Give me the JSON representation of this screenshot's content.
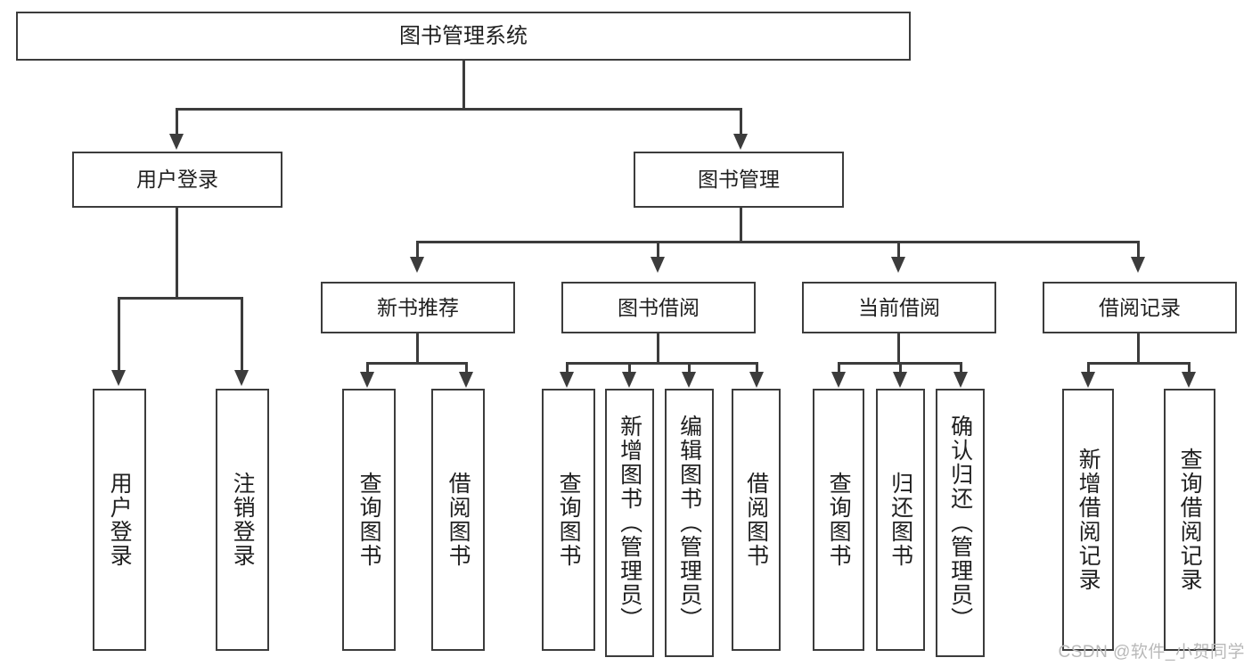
{
  "diagram": {
    "type": "hierarchy-tree",
    "title": "图书管理系统",
    "levels": 4,
    "root": {
      "label": "图书管理系统"
    },
    "level2": [
      {
        "label": "用户登录"
      },
      {
        "label": "图书管理"
      }
    ],
    "level3": [
      {
        "label": "新书推荐"
      },
      {
        "label": "图书借阅"
      },
      {
        "label": "当前借阅"
      },
      {
        "label": "借阅记录"
      }
    ],
    "leaves": [
      {
        "label": "用户登录",
        "parent": "用户登录"
      },
      {
        "label": "注销登录",
        "parent": "用户登录"
      },
      {
        "label": "查询图书",
        "parent": "新书推荐"
      },
      {
        "label": "借阅图书",
        "parent": "新书推荐"
      },
      {
        "label": "查询图书",
        "parent": "图书借阅"
      },
      {
        "label": "新增图书（管理员）",
        "parent": "图书借阅"
      },
      {
        "label": "编辑图书（管理员）",
        "parent": "图书借阅"
      },
      {
        "label": "借阅图书",
        "parent": "图书借阅"
      },
      {
        "label": "查询图书",
        "parent": "当前借阅"
      },
      {
        "label": "归还图书",
        "parent": "当前借阅"
      },
      {
        "label": "确认归还（管理员）",
        "parent": "当前借阅"
      },
      {
        "label": "新增借阅记录",
        "parent": "借阅记录"
      },
      {
        "label": "查询借阅记录",
        "parent": "借阅记录"
      }
    ]
  },
  "watermark": {
    "text": "CSDN @软件_小贺同学"
  },
  "colors": {
    "stroke": "#3c3c3c",
    "fill": "#ffffff",
    "text": "#1f1f1f",
    "watermark": "#b9b9b9"
  }
}
